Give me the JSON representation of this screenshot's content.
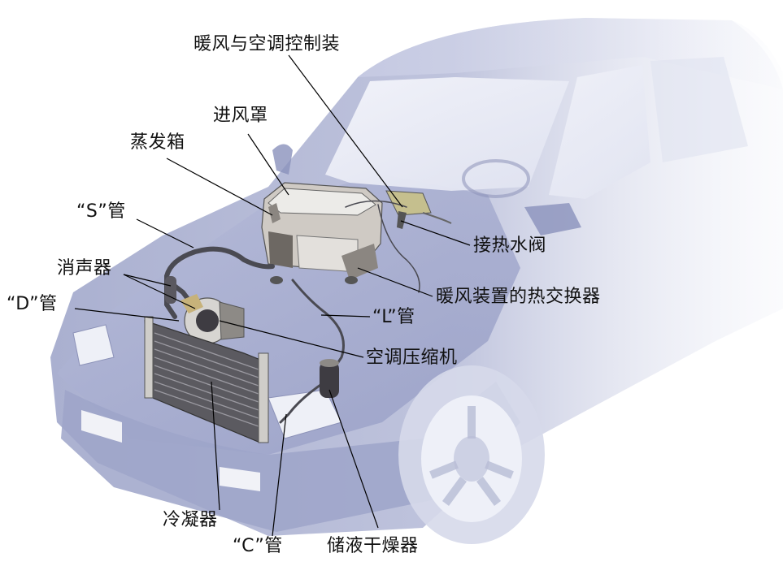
{
  "labels": {
    "heater_ac_control": "暖风与空调控制装",
    "air_intake_hood": "进风罩",
    "evaporator_box": "蒸发箱",
    "s_pipe": "“S”管",
    "muffler": "消声器",
    "d_pipe": "“D”管",
    "heater_valve": "接热水阀",
    "heater_core": "暖风装置的热交换器",
    "l_pipe": "“L”管",
    "ac_compressor": "空调压缩机",
    "condenser": "冷凝器",
    "c_pipe": "“C”管",
    "receiver_drier": "储液干燥器"
  },
  "colors": {
    "car_body": "#aab0d0",
    "car_shadow": "#7d84ad",
    "component_light": "#e6e4e0",
    "component_dark": "#6f6b68",
    "pipe": "#4a4a52",
    "leader_line": "#000000"
  }
}
